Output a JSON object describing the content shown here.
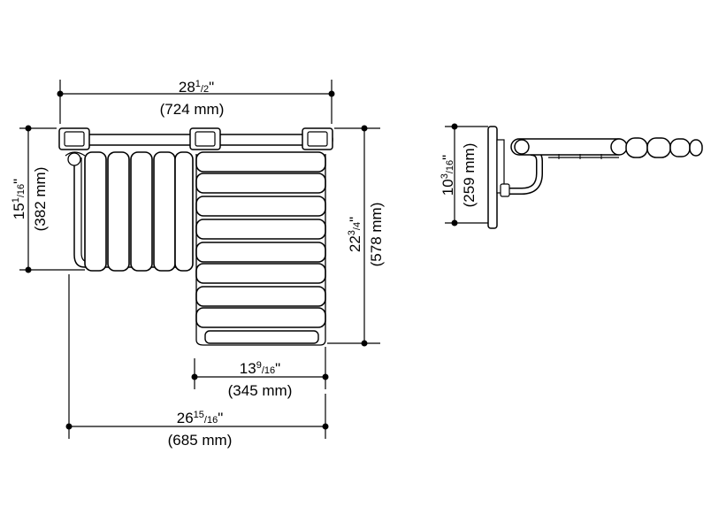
{
  "dimensions": {
    "overall_width": {
      "whole": "28",
      "num": "1",
      "den": "2",
      "quote": "\"",
      "metric": "(724 mm)"
    },
    "back_height": {
      "whole": "15",
      "num": "1",
      "den": "16",
      "quote": "\"",
      "metric": "(382 mm)"
    },
    "seat_depth": {
      "whole": "22",
      "num": "3",
      "den": "4",
      "quote": "\"",
      "metric": "(578 mm)"
    },
    "side_projection": {
      "whole": "10",
      "num": "3",
      "den": "16",
      "quote": "\"",
      "metric": "(259 mm)"
    },
    "seat_width": {
      "whole": "13",
      "num": "9",
      "den": "16",
      "quote": "\"",
      "metric": "(345 mm)"
    },
    "overall_depth": {
      "whole": "26",
      "num": "15",
      "den": "16",
      "quote": "\"",
      "metric": "(685 mm)"
    }
  },
  "colors": {
    "line": "#000000",
    "fill": "#ffffff"
  }
}
